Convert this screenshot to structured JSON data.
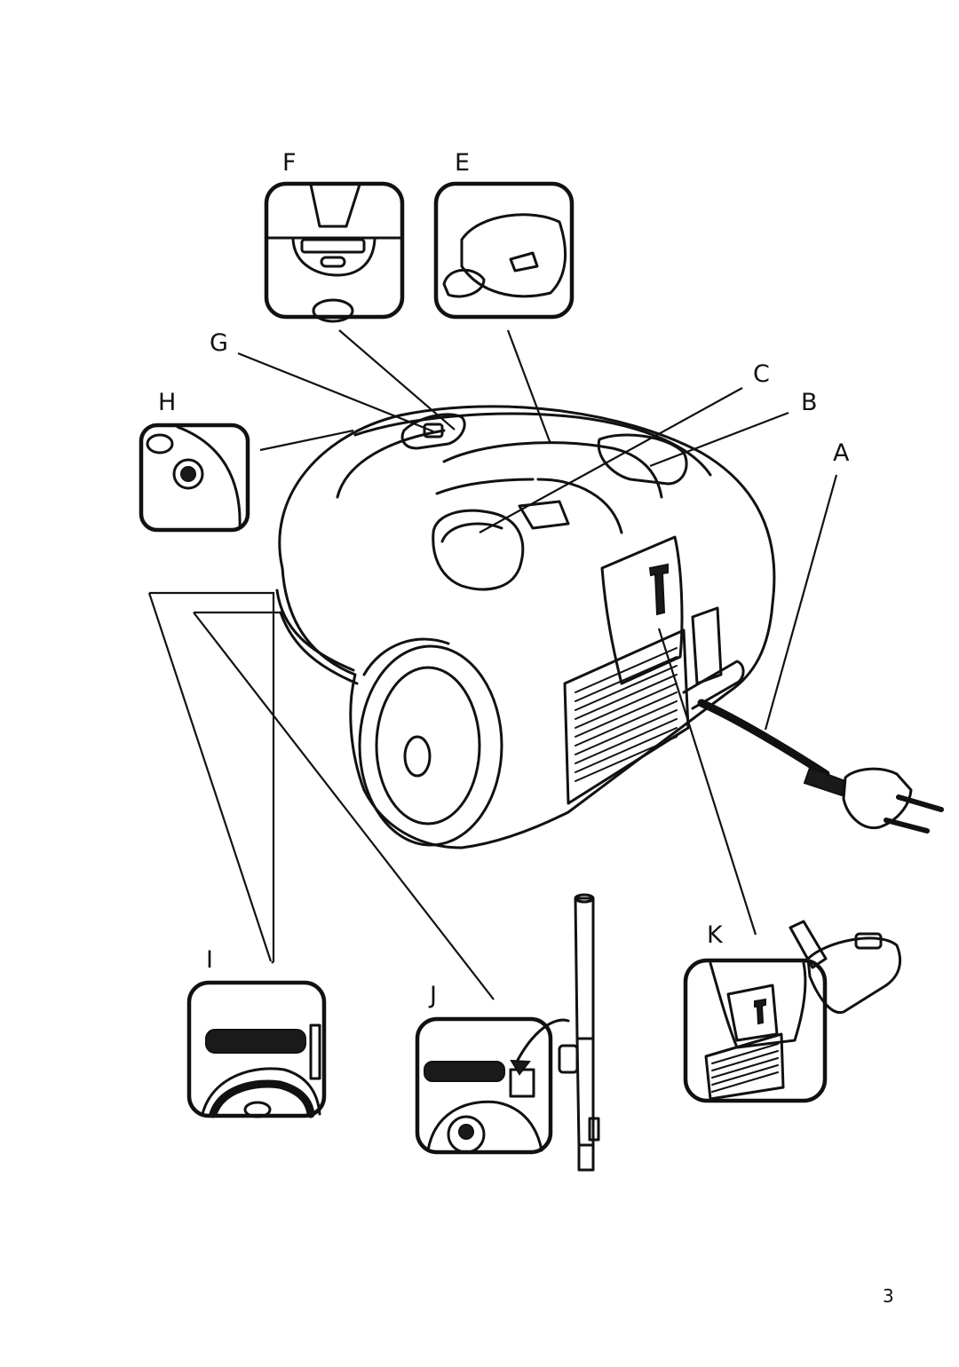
{
  "labels": {
    "A": "A",
    "B": "B",
    "C": "C",
    "E": "E",
    "F": "F",
    "G": "G",
    "H": "H",
    "I": "I",
    "J": "J",
    "K": "K"
  },
  "page_number": "3",
  "colors": {
    "line": "#111111",
    "background": "#ffffff"
  }
}
